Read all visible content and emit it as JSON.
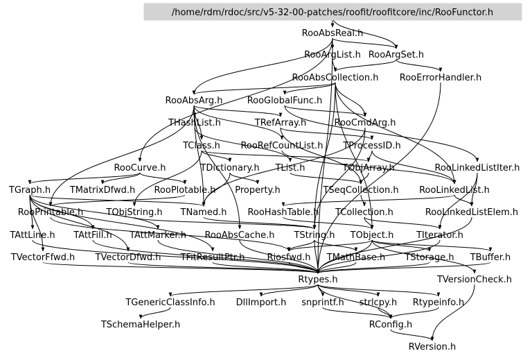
{
  "root": "/home/rdm/rdoc/src/v5-32-00-patches/roofit/roofitcore/inc/RooFunctor.h",
  "nodes": [
    "RooAbsReal.h",
    "RooArgList.h",
    "RooArgSet.h",
    "RooAbsCollection.h",
    "RooErrorHandler.h",
    "RooAbsArg.h",
    "RooGlobalFunc.h",
    "THashList.h",
    "TRefArray.h",
    "RooCmdArg.h",
    "TClass.h",
    "RooRefCountList.h",
    "TProcessID.h",
    "RooCurve.h",
    "TDictionary.h",
    "TList.h",
    "TObjArray.h",
    "RooLinkedListIter.h",
    "TGraph.h",
    "TMatrixDfwd.h",
    "RooPlotable.h",
    "Property.h",
    "TSeqCollection.h",
    "RooLinkedList.h",
    "RooPrintable.h",
    "TObjString.h",
    "TNamed.h",
    "RooHashTable.h",
    "TCollection.h",
    "RooLinkedListElem.h",
    "TAttLine.h",
    "TAttFill.h",
    "TAttMarker.h",
    "RooAbsCache.h",
    "TString.h",
    "TObject.h",
    "TIterator.h",
    "TVectorFfwd.h",
    "TVectorDfwd.h",
    "TFitResultPtr.h",
    "Riosfwd.h",
    "TMathBase.h",
    "TStorage.h",
    "TBuffer.h",
    "Rtypes.h",
    "TVersionCheck.h",
    "TGenericClassInfo.h",
    "DllImport.h",
    "snprintf.h",
    "strlcpy.h",
    "Rtypeinfo.h",
    "TSchemaHelper.h",
    "RConfig.h",
    "RVersion.h"
  ]
}
